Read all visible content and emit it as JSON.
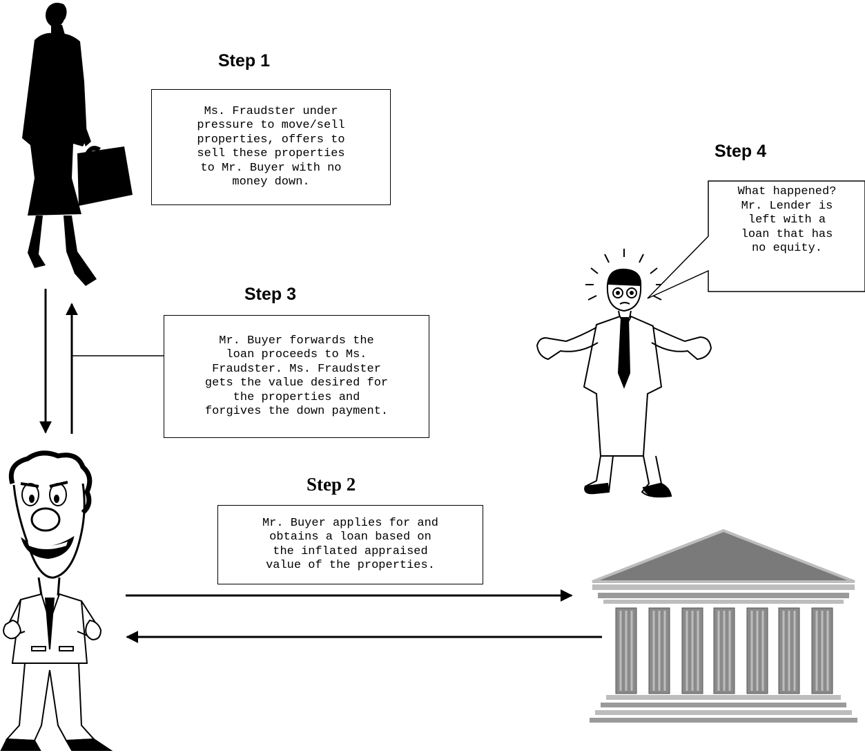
{
  "steps": {
    "step1": {
      "title": "Step 1",
      "text": "Ms. Fraudster under\npressure to move/sell\nproperties, offers to\nsell these properties\nto Mr. Buyer with no\nmoney down."
    },
    "step2": {
      "title": "Step 2",
      "text": "Mr. Buyer applies for and\nobtains a loan based on\nthe inflated appraised\nvalue of the properties."
    },
    "step3": {
      "title": "Step 3",
      "text": "Mr. Buyer forwards the\nloan proceeds to Ms.\nFraudster.  Ms. Fraudster\ngets the value desired for\nthe properties and\nforgives the down payment."
    },
    "step4": {
      "title": "Step 4",
      "text": "What happened?\nMr. Lender is\nleft with a\nloan that has\nno equity."
    }
  },
  "figures": {
    "fraudster": "businesswoman-silhouette-icon",
    "buyer": "grinning-man-cartoon-icon",
    "lender": "shrugging-man-cartoon-icon",
    "bank": "bank-building-icon"
  },
  "colors": {
    "ink": "#000000",
    "bank_roof": "#7a7a7a",
    "bank_light": "#bdbdbd"
  }
}
